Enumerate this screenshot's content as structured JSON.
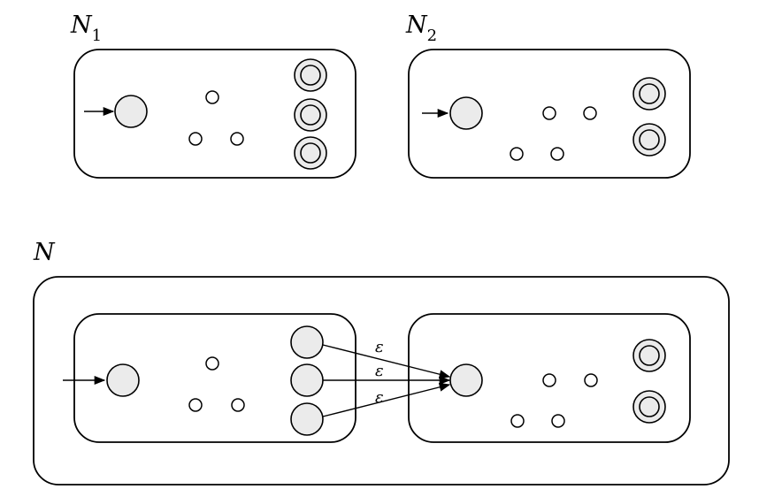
{
  "diagram": {
    "n1_label": "N",
    "n1_sub": "1",
    "n2_label": "N",
    "n2_sub": "2",
    "n_label": "N",
    "epsilon_labels": [
      "ε",
      "ε",
      "ε"
    ]
  }
}
